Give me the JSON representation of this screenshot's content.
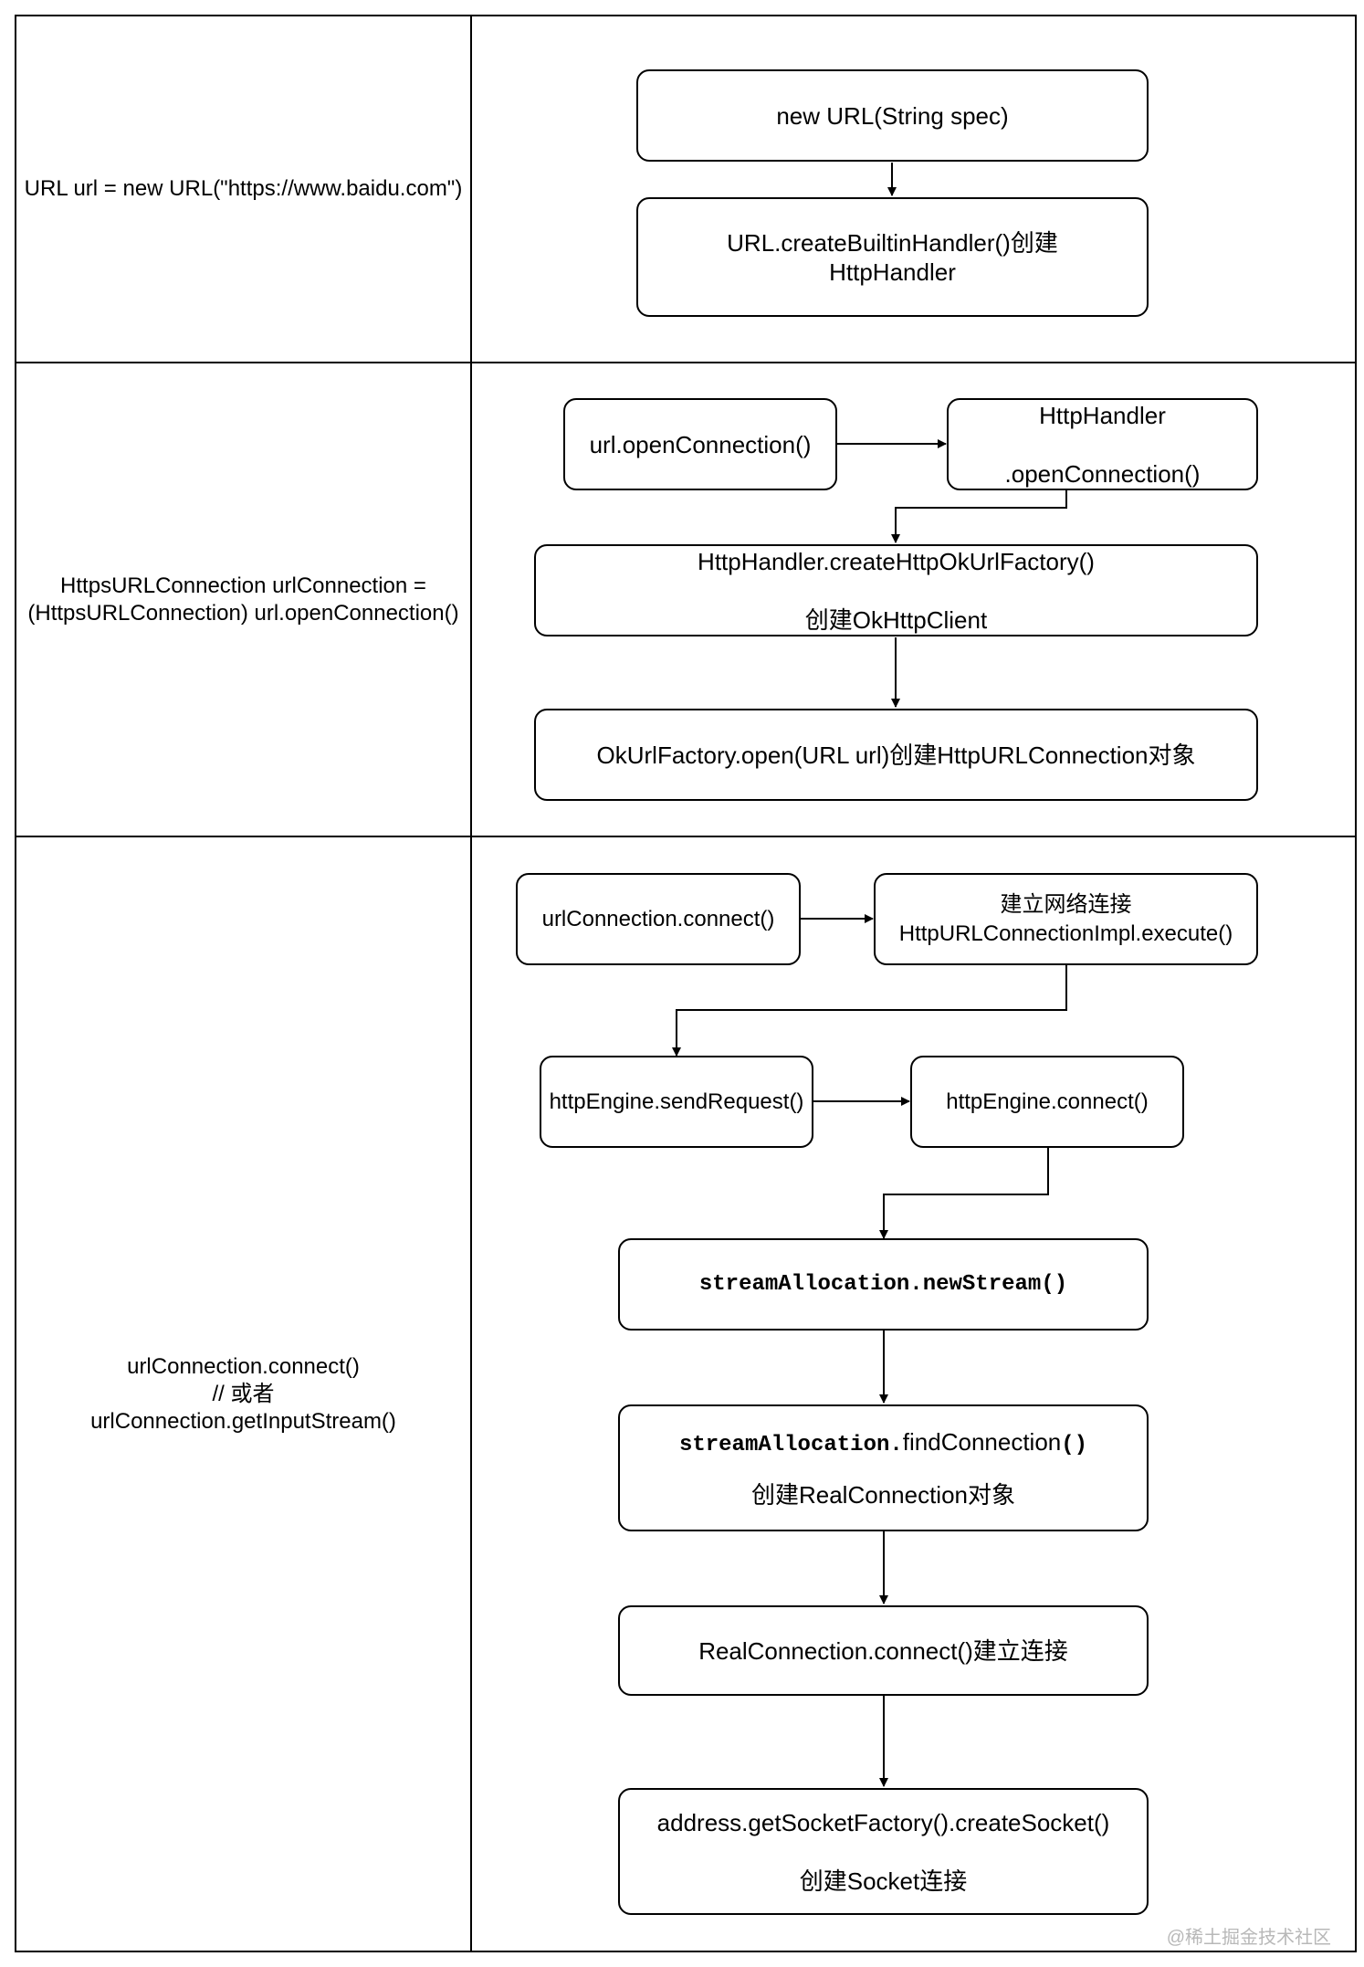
{
  "rows": [
    {
      "code": "URL url = new URL(\"https://www.baidu.com\")",
      "nodes": [
        {
          "id": "new-url",
          "text": "new URL(String spec)"
        },
        {
          "id": "create-handler",
          "text": "URL.createBuiltinHandler()创建\nHttpHandler"
        }
      ]
    },
    {
      "code": "HttpsURLConnection urlConnection =\n(HttpsURLConnection) url.openConnection()",
      "nodes": [
        {
          "id": "url-open",
          "text": "url.openConnection()"
        },
        {
          "id": "handler-open",
          "text": "HttpHandler\n\n.openConnection()"
        },
        {
          "id": "create-factory",
          "text": "HttpHandler.createHttpOkUrlFactory()\n\n创建OkHttpClient"
        },
        {
          "id": "factory-open",
          "text": "OkUrlFactory.open(URL url)创建HttpURLConnection对象"
        }
      ]
    },
    {
      "code": "urlConnection.connect()\n// 或者\nurlConnection.getInputStream()",
      "nodes": [
        {
          "id": "conn-connect",
          "text": "urlConnection.connect()"
        },
        {
          "id": "impl-execute",
          "text": "建立网络连接\nHttpURLConnectionImpl.execute()"
        },
        {
          "id": "send-request",
          "text": "httpEngine.sendRequest()"
        },
        {
          "id": "engine-connect",
          "text": "httpEngine.connect()"
        },
        {
          "id": "new-stream",
          "text": "streamAllocation.newStream()"
        },
        {
          "id": "find-conn-code",
          "text": "streamAllocation."
        },
        {
          "id": "find-conn-name",
          "text": "findConnection"
        },
        {
          "id": "find-conn-paren",
          "text": "()"
        },
        {
          "id": "find-conn-desc",
          "text": "创建RealConnection对象"
        },
        {
          "id": "real-connect",
          "text": "RealConnection.connect()建立连接"
        },
        {
          "id": "create-socket",
          "text": "address.getSocketFactory().createSocket()\n\n创建Socket连接"
        }
      ]
    }
  ],
  "watermark": "@稀土掘金技术社区"
}
